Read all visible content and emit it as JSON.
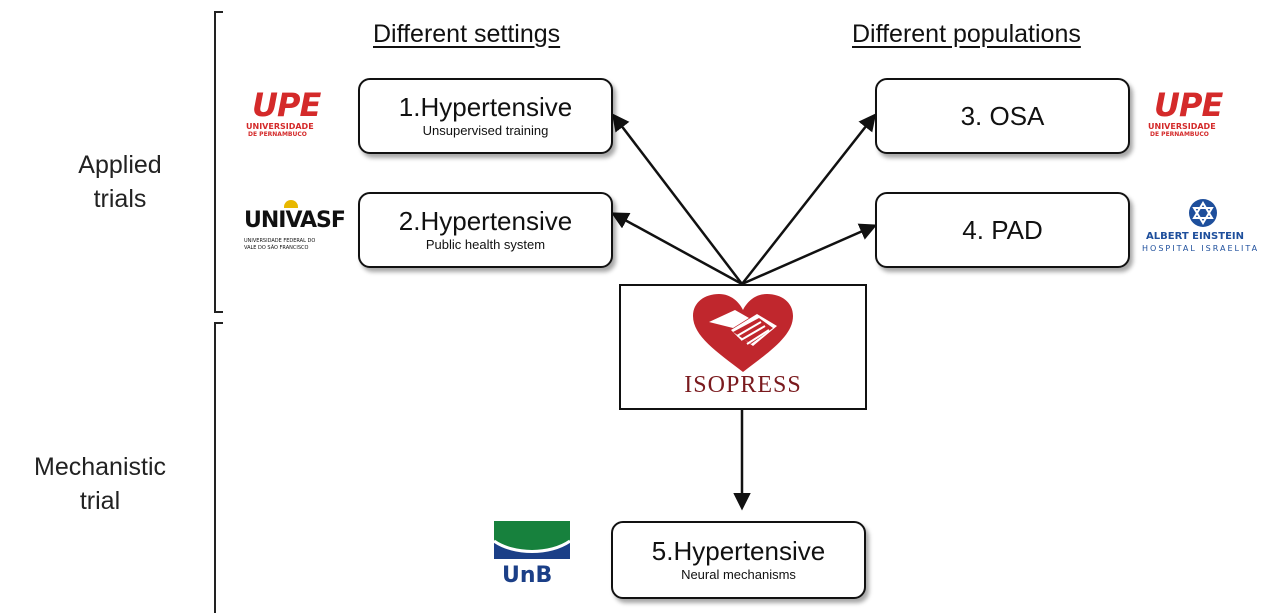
{
  "side_labels": {
    "applied": "Applied\ntrials",
    "mechanistic": "Mechanistic\ntrial"
  },
  "headings": {
    "settings": "Different settings",
    "populations": "Different populations"
  },
  "boxes": {
    "b1": {
      "title": "1.Hypertensive",
      "subtitle": "Unsupervised training"
    },
    "b2": {
      "title": "2.Hypertensive",
      "subtitle": "Public health system"
    },
    "b3": {
      "title": "3. OSA"
    },
    "b4": {
      "title": "4. PAD"
    },
    "b5": {
      "title": "5.Hypertensive",
      "subtitle": "Neural mechanisms"
    }
  },
  "center": {
    "name": "ISOPRESS"
  },
  "logos": {
    "upe_left": {
      "mark": "UPE",
      "line1": "UNIVERSIDADE",
      "line2": "DE PERNAMBUCO"
    },
    "upe_right": {
      "mark": "UPE",
      "line1": "UNIVERSIDADE",
      "line2": "DE PERNAMBUCO"
    },
    "univasf": {
      "mark": "UNIVASF",
      "line1": "UNIVERSIDADE FEDERAL DO",
      "line2": "VALE DO SÃO FRANCISCO"
    },
    "einstein": {
      "line1": "ALBERT EINSTEIN",
      "line2": "HOSPITAL ISRAELITA"
    },
    "unb": {
      "mark": "UnB"
    }
  },
  "colors": {
    "isopress_red": "#c0272d",
    "isopress_text": "#7a1a1e",
    "upe_red": "#d42a2a",
    "einstein_blue": "#1e4f9c",
    "unb_green": "#17813d",
    "unb_blue": "#1b3f87"
  }
}
